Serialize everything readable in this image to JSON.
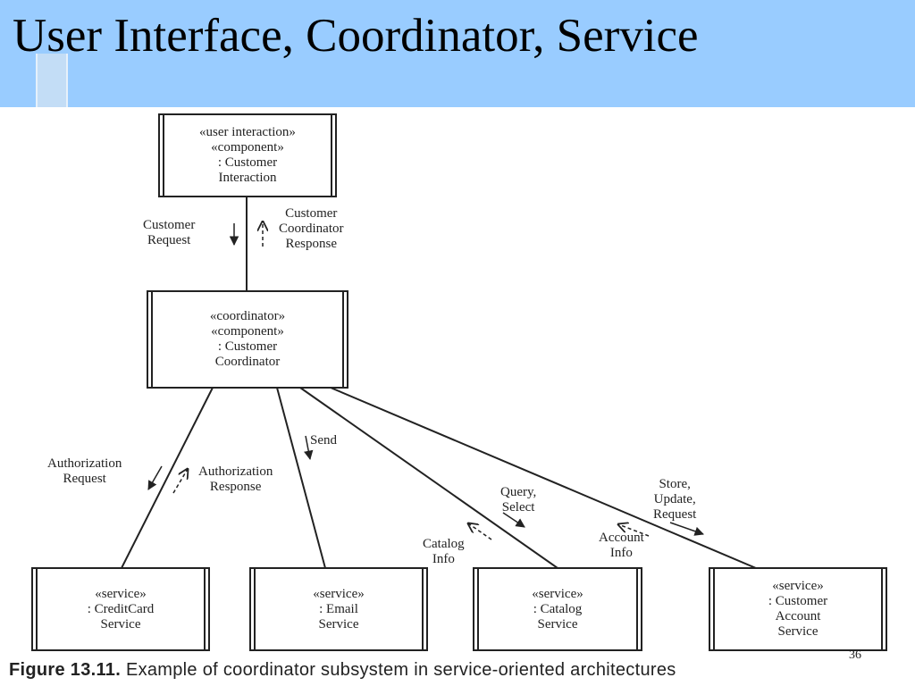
{
  "slide": {
    "title": "User Interface, Coordinator, Service",
    "page_number": "36"
  },
  "diagram": {
    "components": {
      "customer_interaction": [
        "«user interaction»",
        "«component»",
        ": Customer",
        "Interaction"
      ],
      "customer_coordinator": [
        "«coordinator»",
        "«component»",
        ": Customer",
        "Coordinator"
      ],
      "creditcard_service": [
        "«service»",
        ": CreditCard",
        "Service"
      ],
      "email_service": [
        "«service»",
        ": Email",
        "Service"
      ],
      "catalog_service": [
        "«service»",
        ": Catalog",
        "Service"
      ],
      "customer_account_service": [
        "«service»",
        ": Customer",
        "Account",
        "Service"
      ]
    },
    "messages": {
      "customer_request": [
        "Customer",
        "Request"
      ],
      "customer_coordinator_response": [
        "Customer",
        "Coordinator",
        "Response"
      ],
      "authorization_request": [
        "Authorization",
        "Request"
      ],
      "authorization_response": [
        "Authorization",
        "Response"
      ],
      "send": [
        "Send"
      ],
      "query_select": [
        "Query,",
        "Select"
      ],
      "catalog_info": [
        "Catalog",
        "Info"
      ],
      "account_info": [
        "Account",
        "Info"
      ],
      "store_update_request": [
        "Store,",
        "Update,",
        "Request"
      ]
    },
    "caption": {
      "figure": "Figure 13.11.",
      "text": "Example of coordinator subsystem in service-oriented architectures"
    }
  }
}
